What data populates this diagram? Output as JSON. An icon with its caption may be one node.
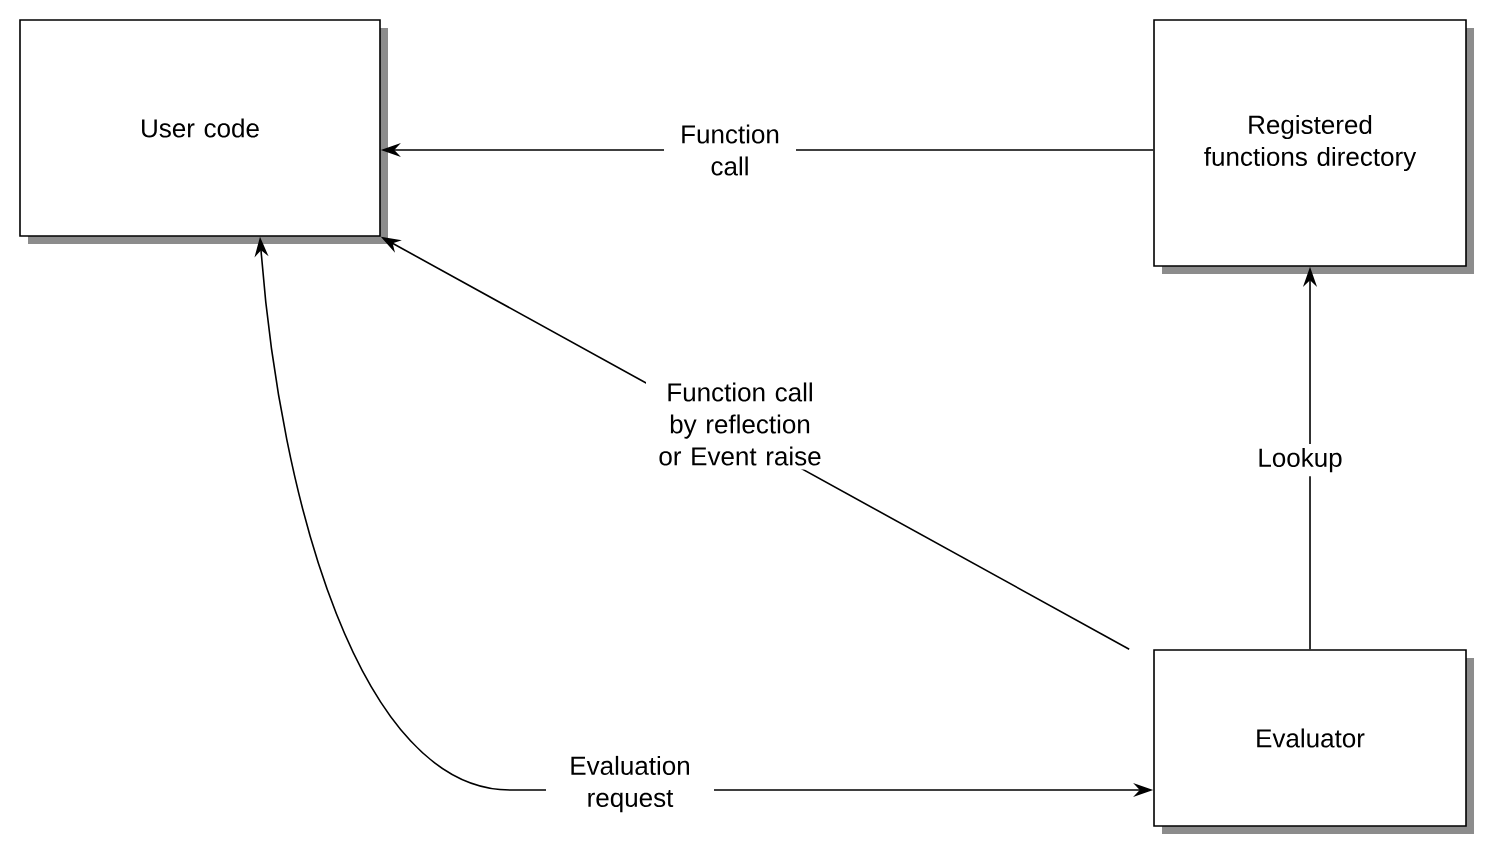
{
  "diagram": {
    "nodes": [
      {
        "text": [
          "User code"
        ]
      },
      {
        "text": [
          "Registered functions directory"
        ]
      },
      {
        "text": [
          "Evaluator"
        ]
      }
    ],
    "edges": [
      {
        "from": 1,
        "to": 0,
        "arrow": "to",
        "label": "Function call"
      },
      {
        "from": 2,
        "to": 0,
        "arrow": "to",
        "label": "Function call by reflection or Event raise"
      },
      {
        "from": 2,
        "to": 1,
        "arrow": "to",
        "label": "Lookup"
      },
      {
        "from": 0,
        "to": 2,
        "arrow": "both",
        "label": "Evaluation request"
      }
    ]
  }
}
